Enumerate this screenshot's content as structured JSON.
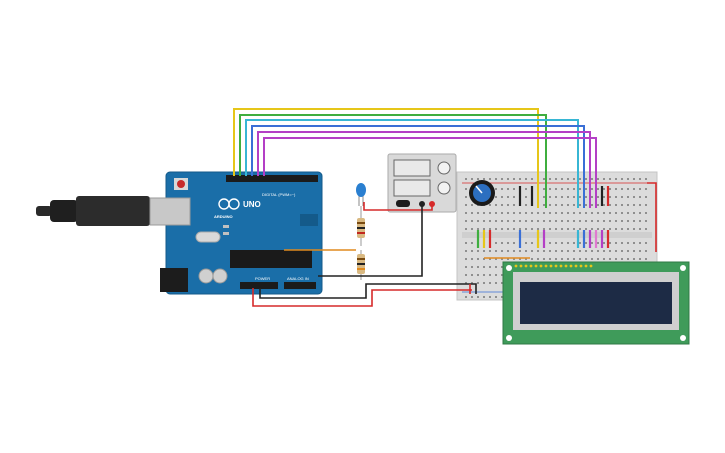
{
  "canvas": {
    "background": "#ffffff"
  },
  "arduino": {
    "brand": "ARDUINO",
    "model": "UNO",
    "header_digital": "DIGITAL (PWM=~)",
    "header_power": "POWER",
    "header_analog": "ANALOG IN",
    "board_color": "#1a6ea8"
  },
  "usb_cable": {
    "icon": "usb-plug-icon"
  },
  "led": {
    "color": "#2a7fd0"
  },
  "power_supply": {
    "icon": "power-supply-icon"
  },
  "potentiometer": {
    "icon": "potentiometer-knob-icon"
  },
  "lcd": {
    "type": "16x2 LCD",
    "pcb_color": "#3f9b5a",
    "screen_color": "#1d2b45"
  },
  "wire_colors": {
    "yellow": "#e6c619",
    "green": "#3fae3f",
    "cyan": "#37b6d4",
    "blue": "#3a6fd6",
    "purple": "#b43fc6",
    "red": "#d62a2a",
    "black": "#222222",
    "orange": "#e08a1e"
  }
}
